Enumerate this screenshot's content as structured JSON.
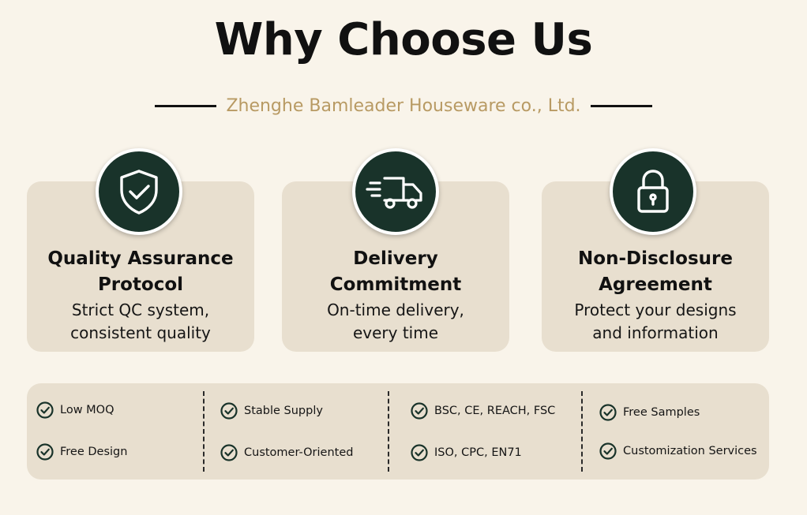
{
  "header": {
    "title": "Why Choose Us",
    "subtitle": "Zhenghe Bamleader Houseware co., Ltd."
  },
  "colors": {
    "background": "#f9f4ea",
    "card": "#e8dfcf",
    "badge": "#19332a",
    "accent": "#b89a63"
  },
  "cards": [
    {
      "icon": "shield-check-icon",
      "title_line1": "Quality Assurance",
      "title_line2": "Protocol",
      "desc_line1": "Strict QC system,",
      "desc_line2": "consistent quality"
    },
    {
      "icon": "delivery-truck-icon",
      "title_line1": "Delivery",
      "title_line2": "Commitment",
      "desc_line1": "On-time delivery,",
      "desc_line2": "every time"
    },
    {
      "icon": "padlock-icon",
      "title_line1": "Non-Disclosure",
      "title_line2": "Agreement",
      "desc_line1": "Protect your designs",
      "desc_line2": "and information"
    }
  ],
  "features": [
    {
      "label": "Low MOQ",
      "icon": "check-circle-icon"
    },
    {
      "label": "Free Design",
      "icon": "check-circle-icon"
    },
    {
      "label": "Stable Supply",
      "icon": "check-circle-icon"
    },
    {
      "label": "Customer-Oriented",
      "icon": "check-circle-icon"
    },
    {
      "label": "BSC, CE, REACH, FSC",
      "icon": "check-circle-icon"
    },
    {
      "label": "ISO, CPC, EN71",
      "icon": "check-circle-icon"
    },
    {
      "label": "Free Samples",
      "icon": "check-circle-icon"
    },
    {
      "label": "Customization Services",
      "icon": "check-circle-icon"
    }
  ]
}
